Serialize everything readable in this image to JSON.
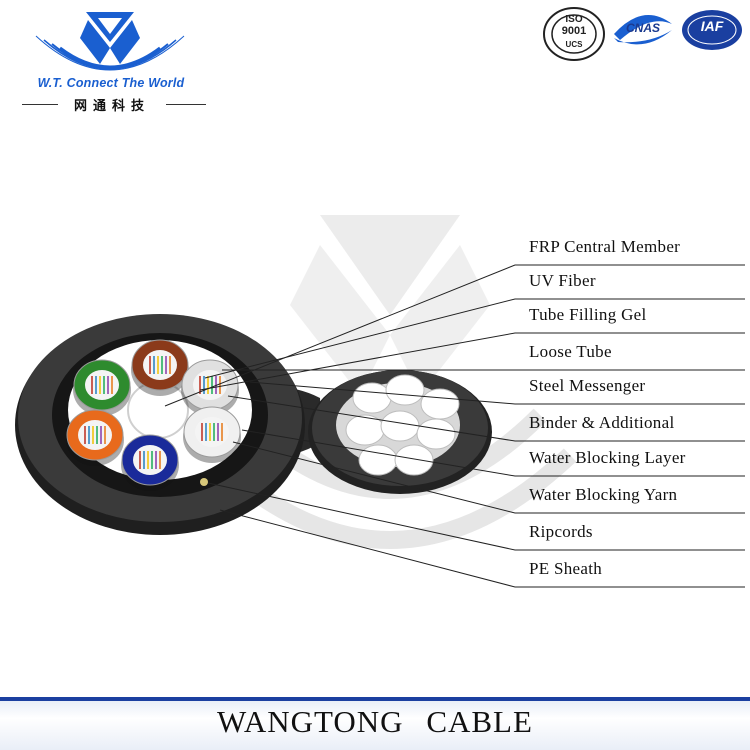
{
  "brand": {
    "tagline": "W.T. Connect The World",
    "chinese_name": "网通科技",
    "color": "#1a5fd0"
  },
  "certifications": {
    "iso": {
      "line1": "ISO",
      "line2": "9001",
      "line3": "UCS"
    },
    "cnas": "CNAS",
    "iaf": "IAF"
  },
  "callouts": [
    "FRP Central Member",
    "UV Fiber",
    "Tube Filling Gel",
    "Loose Tube",
    "Steel Messenger",
    "Binder & Additional",
    "Water Blocking Layer",
    "Water Blocking Yarn",
    "Ripcords",
    "PE Sheath"
  ],
  "tube_colors": [
    "#2e8b2e",
    "#8b3a1a",
    "#e0e0e0",
    "#e86a1c",
    "#1a2a9a",
    "#f0f0f0"
  ],
  "footer": {
    "title": "WANGTONG  CABLE",
    "accent": "#1b3fa0"
  }
}
